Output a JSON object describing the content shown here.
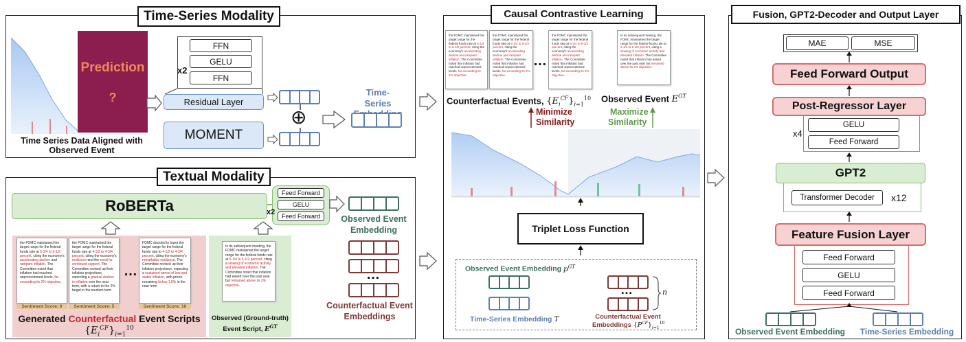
{
  "panel_time_series": {
    "title": "Time-Series Modality",
    "prediction_label": "Prediction",
    "prediction_mark": "?",
    "caption_line1": "Time Series Data Aligned with",
    "caption_line2": "Observed Event",
    "ffn_stack": [
      "FFN",
      "GELU",
      "FFN"
    ],
    "repeat": "x2",
    "residual_layer": "Residual Layer",
    "moment": "MOMENT",
    "plus_symbol": "⊕",
    "embedding_line1": "Time-",
    "embedding_line2": "Series Embedding"
  },
  "panel_textual": {
    "title": "Textual Modality",
    "roberta": "RoBERTa",
    "head_stack": [
      "Feed Forward",
      "GELU",
      "Feed Forward"
    ],
    "repeat": "x2",
    "observed_embedding_line1": "Observed Event",
    "observed_embedding_line2": "Embedding",
    "counterfactual_embedding_line1": "Counterfactual Event",
    "counterfactual_embedding_line2": "Embeddings",
    "scripts": [
      {
        "t1": "the FOMC maintained the target range for the federal funds rate at ",
        "r1": "5-1/4 to 5-1/2 percent",
        "t2": ", citing the economy's ",
        "r2": "accelerating decline",
        "t3": " and ",
        "r3": "rampant inflation",
        "t4": ". The Committee noted that inflation had reached unprecedented levels, ",
        "r4": "far exceeding its 2% objective",
        "t5": ".",
        "score": "Sentiment Score: 0"
      },
      {
        "t1": "the FOMC maintained the target range for the federal funds rate at ",
        "r1": "4-1/2 to 4-3/4 percent",
        "t2": ", citing the economy's ",
        "r2": "resilience",
        "t3": " and the ",
        "r3": "need for continued support",
        "t4": ". The Committee revised up their inflation projections, expecting a ",
        "r4": "gradual decline in inflation",
        "t5": " over the near term, with a return to the 2% target in the medium term.",
        "score": "Sentiment Score: 5"
      },
      {
        "t1": "FOMC decided to lower the target range for the federal funds rate to ",
        "r1": "4-1/2 to 4-3/4 percent",
        "t2": ", citing the economy's ",
        "r2": "remarkable resilience",
        "t3": ". The Committee revised up their inflation projections, expecting a ",
        "r3": "sustained period of low and stable inflation",
        "t4": ", with prices remaining ",
        "r4": "below 1.5%",
        "t5": " in the near term",
        "score": "Sentiment Score: 10"
      }
    ],
    "ellipsis": "…",
    "generated_label_1": "Generated ",
    "generated_label_red": "Counterfactual",
    "generated_label_2": " Event Scripts",
    "generated_math": "{E_i^CF}_{i=1}^10",
    "observed_script": {
      "t1": "In its subsequent meeting, the FOMC maintained the target range for the federal funds rate at ",
      "r1": "5-1/4 to 5-1/2 percent",
      "t2": ", citing a ",
      "r2": "slowing of economic activity and elevated inflation",
      "t3": ". The Committee noted that inflation had eased over the past year but ",
      "r3": "remained above its 2% objective",
      "t4": "."
    },
    "observed_label_line1": "Observed (Ground-truth)",
    "observed_label_line2": "Event Script, E^GT"
  },
  "panel_causal": {
    "title": "Causal Contrastive Learning",
    "docs": [
      {
        "t1": "the FOMC maintained the target range for the federal funds rate at ",
        "r1": "5-1/4 to 5-1/2 percent",
        "t2": ", citing the economy's ",
        "r2": "accelerating decline and rampant inflation",
        "t3": ". The Committee noted that inflation had reached unprecedented levels, ",
        "r3": "far exceeding its 2% objective",
        "t4": "."
      },
      {
        "t1": "the FOMC maintained the target range for the federal funds rate at ",
        "r1": "5-1/4 to 5-1/2 percent",
        "t2": ", citing the economy's ",
        "r2": "accelerating decline and rampant inflation",
        "t3": ". The Committee noted that inflation had reached unprecedented levels, ",
        "r3": "far exceeding its 2% objective",
        "t4": "."
      },
      {
        "t1": "the FOMC maintained the target range for the federal funds rate at ",
        "r1": "5-1/4 to 5-1/2 percent",
        "t2": ", citing the economy's ",
        "r2": "accelerating decline and rampant inflation",
        "t3": ". The Committee noted that inflation had reached unprecedented levels, ",
        "r3": "far exceeding its 2% objective",
        "t4": "."
      },
      {
        "t1": "In its subsequent meeting, the FOMC maintained the target range for the federal funds rate at ",
        "r1": "5-1/4 to 5-1/2 percent",
        "t2": ", citing a ",
        "r2": "slowing of economic activity and elevated inflation",
        "t3": ". The Committee noted that inflation had eased over the past year but ",
        "r3": "remained above its 2% objective",
        "t4": "."
      }
    ],
    "ellipsis": "…",
    "counterfactual_events": "Counterfactual Events,",
    "counterfactual_math": "{E_i^CF}_{i=1}^10",
    "observed_event": "Observed  Event",
    "observed_math": "E^GT",
    "minimize_line1": "Minimize",
    "minimize_line2": "Similarity",
    "maximize_line1": "Maximize",
    "maximize_line2": "Similarity",
    "triplet_loss": "Triplet Loss Function",
    "observed_embedding": "Observed Event Embedding",
    "observed_embedding_math": "p^GT",
    "ts_embedding": "Time-Series Embedding",
    "ts_embedding_math": "T",
    "cf_embeddings_line1": "Counterfactual Event",
    "cf_embeddings_line2": "Embeddings",
    "cf_embeddings_math": "{P^CF}_{i=1}^10",
    "n_label": "n"
  },
  "panel_fusion": {
    "title": "Fusion, GPT2-Decoder and Output Layer",
    "metrics": [
      "MAE",
      "MSE"
    ],
    "feed_forward_output": "Feed Forward Output",
    "post_regressor": "Post-Regressor Layer",
    "post_regressor_stack": [
      "GELU",
      "Feed Forward"
    ],
    "post_repeat": "x4",
    "gpt2": "GPT2",
    "transformer_decoder": "Transformer Decoder",
    "decoder_repeat": "x12",
    "feature_fusion": "Feature Fusion Layer",
    "fusion_stack": [
      "Feed Forward",
      "GELU",
      "Feed Forward"
    ],
    "observed_embedding": "Observed Event Embedding",
    "ts_embedding": "Time-Series Embedding"
  },
  "colors": {
    "blue_box": "#dbe8f7",
    "green_box": "#d9edd2",
    "red_box": "#f6d2d2",
    "prediction": "#8b1d4f",
    "counterfactual_red": "#c0262b",
    "minimize_red": "#8b1a1a",
    "maximize_green": "#5f9a49",
    "ts_embedding_blue": "#5c7fb0",
    "observed_embedding_green": "#3e6e60",
    "cf_embedding_red": "#7b3a36"
  }
}
